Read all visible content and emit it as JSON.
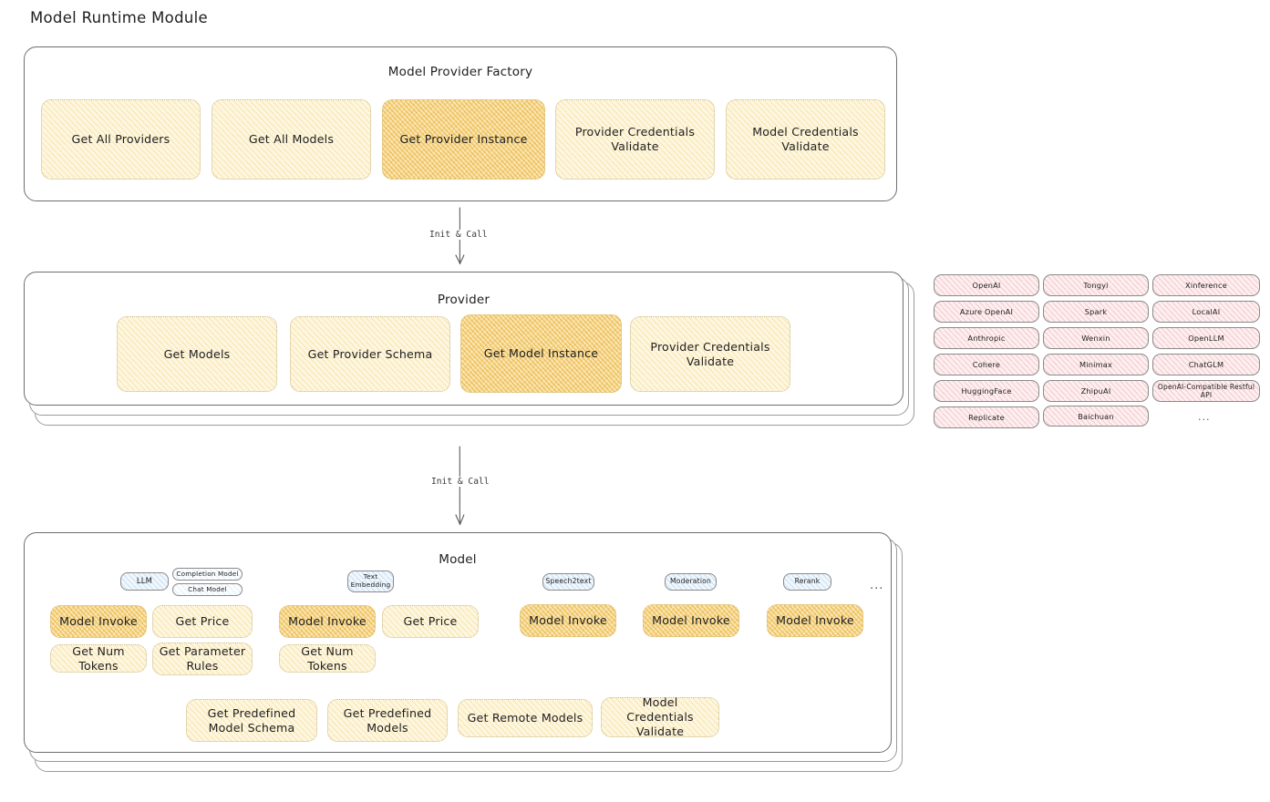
{
  "title": "Model Runtime Module",
  "sections": {
    "factory": {
      "title": "Model Provider Factory",
      "methods": [
        {
          "label": "Get All Providers",
          "highlighted": false
        },
        {
          "label": "Get All Models",
          "highlighted": false
        },
        {
          "label": "Get Provider Instance",
          "highlighted": true
        },
        {
          "label": "Provider Credentials Validate",
          "highlighted": false
        },
        {
          "label": "Model Credentials Validate",
          "highlighted": false
        }
      ]
    },
    "provider": {
      "title": "Provider",
      "methods": [
        {
          "label": "Get Models",
          "highlighted": false
        },
        {
          "label": "Get Provider Schema",
          "highlighted": false
        },
        {
          "label": "Get Model Instance",
          "highlighted": true
        },
        {
          "label": "Provider Credentials Validate",
          "highlighted": false
        }
      ]
    },
    "model": {
      "title": "Model",
      "model_types": [
        {
          "name": "LLM",
          "tag_style": "blue",
          "subtypes": [
            "Completion Model",
            "Chat Model"
          ],
          "methods": [
            {
              "label": "Model Invoke",
              "highlighted": true
            },
            {
              "label": "Get Price",
              "highlighted": false
            },
            {
              "label": "Get Num Tokens",
              "highlighted": false
            },
            {
              "label": "Get Parameter Rules",
              "highlighted": false
            }
          ]
        },
        {
          "name": "Text Embedding",
          "tag_style": "blue",
          "subtypes": [],
          "methods": [
            {
              "label": "Model Invoke",
              "highlighted": true
            },
            {
              "label": "Get Price",
              "highlighted": false
            },
            {
              "label": "Get Num Tokens",
              "highlighted": false
            }
          ]
        },
        {
          "name": "Speech2text",
          "tag_style": "blue",
          "subtypes": [],
          "methods": [
            {
              "label": "Model Invoke",
              "highlighted": true
            }
          ]
        },
        {
          "name": "Moderation",
          "tag_style": "blue",
          "subtypes": [],
          "methods": [
            {
              "label": "Model Invoke",
              "highlighted": true
            }
          ]
        },
        {
          "name": "Rerank",
          "tag_style": "blue",
          "subtypes": [],
          "methods": [
            {
              "label": "Model Invoke",
              "highlighted": true
            }
          ]
        }
      ],
      "more_types": "...",
      "shared_methods": [
        {
          "label": "Get Predefined Model Schema",
          "highlighted": false
        },
        {
          "label": "Get Predefined Models",
          "highlighted": false
        },
        {
          "label": "Get Remote Models",
          "highlighted": false
        },
        {
          "label": "Model Credentials Validate",
          "highlighted": false
        }
      ]
    }
  },
  "arrows": [
    {
      "label": "Init & Call"
    },
    {
      "label": "Init & Call"
    }
  ],
  "provider_list": {
    "columns": [
      [
        "OpenAI",
        "Azure OpenAI",
        "Anthropic",
        "Cohere",
        "HuggingFace",
        "Replicate"
      ],
      [
        "Tongyi",
        "Spark",
        "Wenxin",
        "Minimax",
        "ZhipuAI",
        "Baichuan"
      ],
      [
        "Xinference",
        "LocalAI",
        "OpenLLM",
        "ChatGLM",
        "OpenAI-Compatible Restful API"
      ]
    ],
    "more": "..."
  },
  "colors": {
    "chip_fill": "#fdf6e0",
    "chip_highlight_fill": "#fae6b4",
    "pill_fill": "#fdeff0",
    "tag_fill": "#f0f7fd",
    "stroke": "#1e1e1e"
  }
}
